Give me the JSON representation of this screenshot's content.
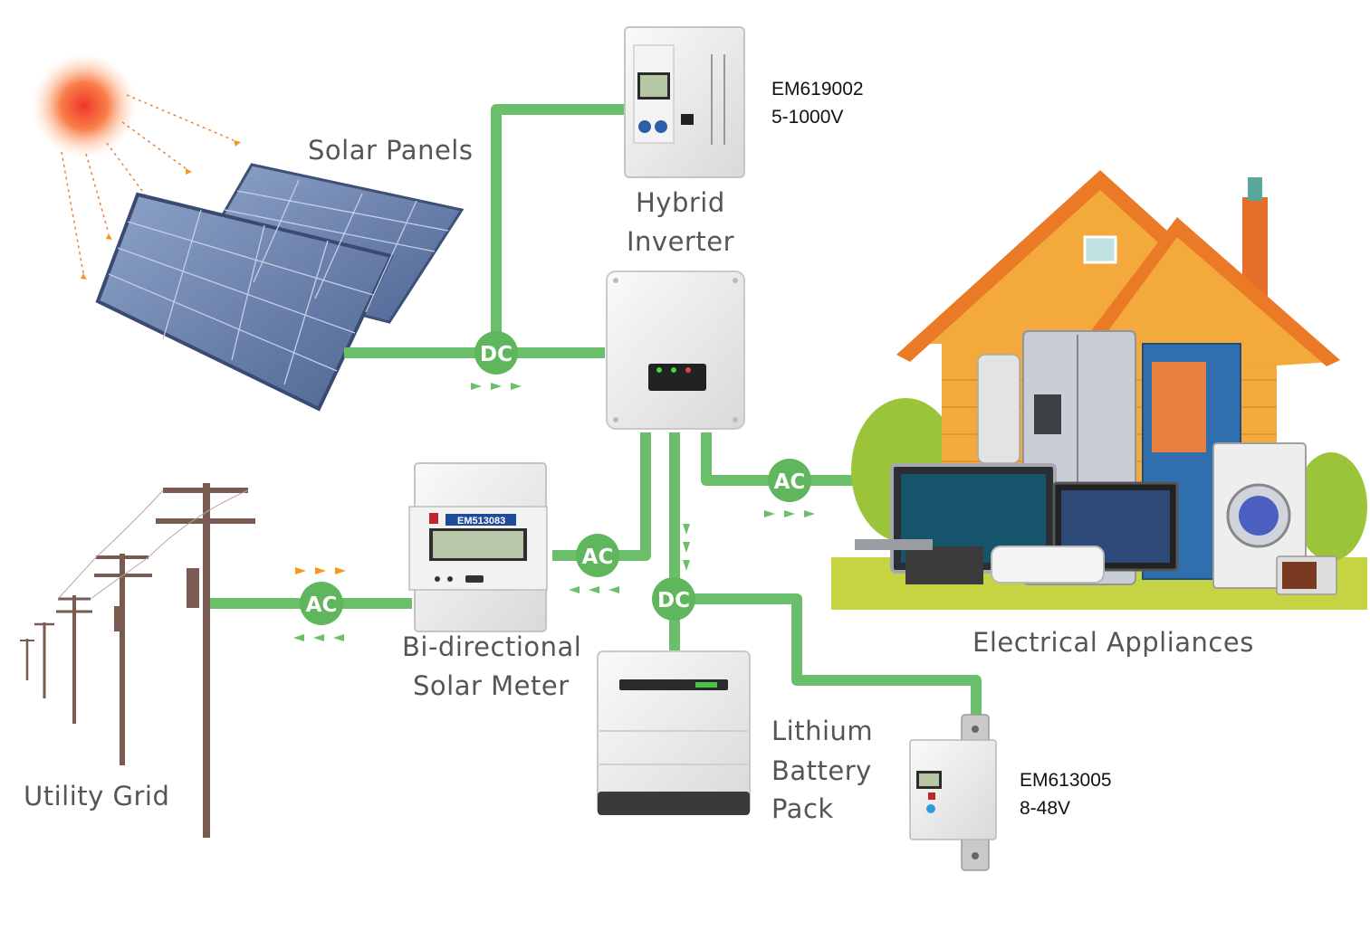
{
  "labels": {
    "solar_panels": "Solar Panels",
    "hybrid_line1": "Hybrid",
    "hybrid_line2": "Inverter",
    "appliances": "Electrical Appliances",
    "meter_line1": "Bi-directional",
    "meter_line2": "Solar Meter",
    "battery_line1": "Lithium",
    "battery_line2": "Battery",
    "battery_line3": "Pack",
    "utility": "Utility Grid"
  },
  "meters": {
    "top": {
      "model": "EM619002",
      "range": "5-1000V"
    },
    "bottom": {
      "model": "EM613005",
      "range": "8-48V"
    },
    "bidirectional_model": "EM513083"
  },
  "nodes": {
    "dc_solar": "DC",
    "ac_house": "AC",
    "ac_meter": "AC",
    "dc_battery": "DC",
    "ac_grid": "AC"
  },
  "colors": {
    "line": "#6cbf6a",
    "node": "#5fb65d",
    "arrow_green": "#6cbf6a",
    "arrow_orange": "#f39a1e",
    "label": "#555555"
  },
  "icons": [
    "sun-icon",
    "solar-panel-icon",
    "inverter-icon",
    "house-icon",
    "power-pole-icon",
    "battery-icon",
    "energy-meter-icon"
  ]
}
